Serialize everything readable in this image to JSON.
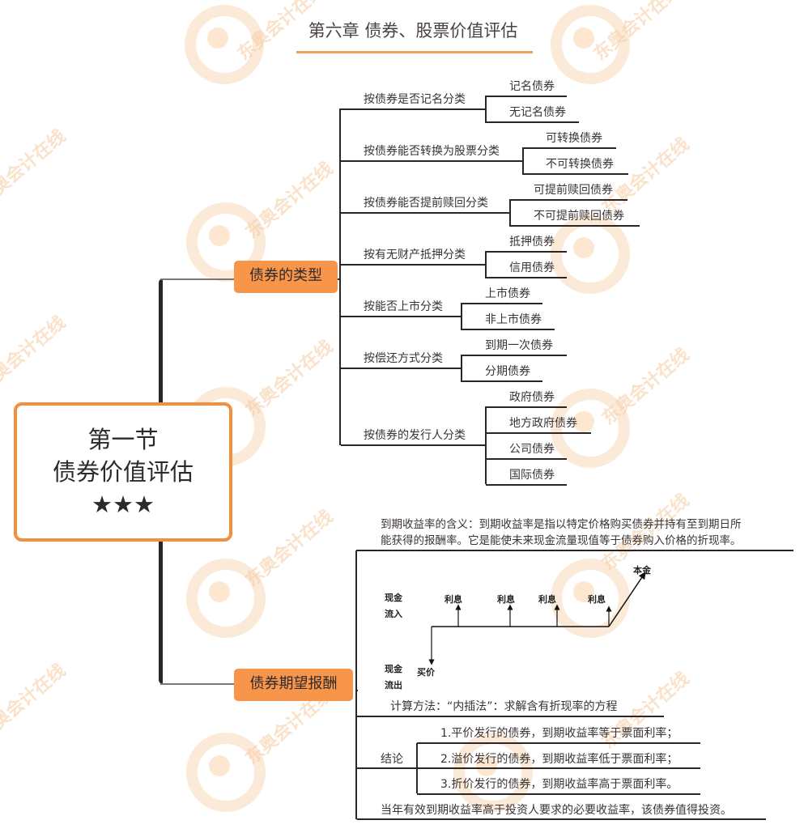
{
  "title": "第六章 债券、股票价值评估",
  "root": {
    "line1": "第一节",
    "line2": "债券价值评估",
    "stars": "★★★"
  },
  "branches": [
    {
      "label": "债券的类型",
      "children": [
        {
          "label": "按债券是否记名分类",
          "items": [
            "记名债券",
            "无记名债券"
          ]
        },
        {
          "label": "按债券能否转换为股票分类",
          "items": [
            "可转换债券",
            "不可转换债券"
          ]
        },
        {
          "label": "按债券能否提前赎回分类",
          "items": [
            "可提前赎回债券",
            "不可提前赎回债券"
          ]
        },
        {
          "label": "按有无财产抵押分类",
          "items": [
            "抵押债券",
            "信用债券"
          ]
        },
        {
          "label": "按能否上市分类",
          "items": [
            "上市债券",
            "非上市债券"
          ]
        },
        {
          "label": "按偿还方式分类",
          "items": [
            "到期一次债券",
            "分期债券"
          ]
        },
        {
          "label": "按债券的发行人分类",
          "items": [
            "政府债券",
            "地方政府债券",
            "公司债券",
            "国际债券"
          ]
        }
      ]
    },
    {
      "label": "债券期望报酬",
      "definition": {
        "line1": "到期收益率的含义：到期收益率是指以特定价格购买债券并持有至到期日所",
        "line2": "能获得的报酬率。它是能使未来现金流量现值等于债券购入价格的折现率。"
      },
      "cashflow": {
        "inflow_label_1": "现金",
        "inflow_label_2": "流入",
        "outflow_label_1": "现金",
        "outflow_label_2": "流出",
        "interest": [
          "利息",
          "利息",
          "利息",
          "利息"
        ],
        "principal": "本金",
        "purchase": "买价"
      },
      "method": "计算方法：“内插法”：求解含有折现率的方程",
      "conclusion": {
        "label": "结论",
        "items": [
          "1.平价发行的债券，到期收益率等于票面利率；",
          "2.溢价发行的债券，到期收益率低于票面利率；",
          "3.折价发行的债券，到期收益率高于票面利率。"
        ]
      },
      "investment_rule": "当年有效到期收益率高于投资人要求的必要收益率，该债券值得投资。"
    }
  ],
  "watermark": {
    "text": "东奥会计在线",
    "url": "www.dongao.com"
  },
  "colors": {
    "accent": "#f7954a",
    "root_border": "#f3903f",
    "line": "#2a2628"
  }
}
